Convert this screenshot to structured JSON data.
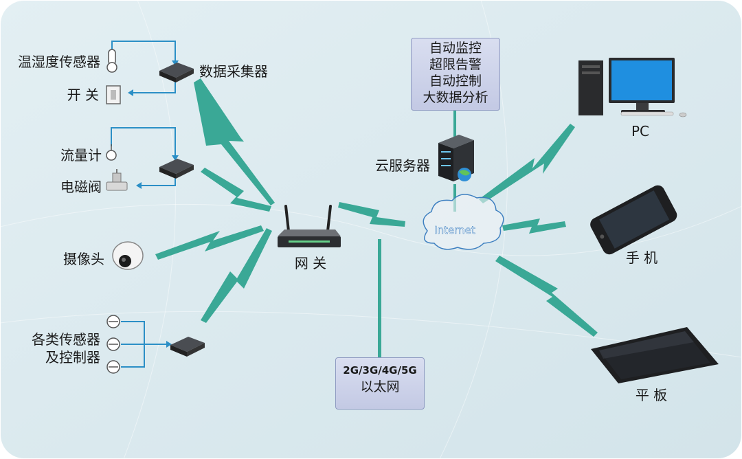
{
  "colors": {
    "panel": "#dbe9ef",
    "bolt": "#3aa896",
    "wire": "#2b8fc6",
    "device": "#2f3134",
    "screen": "#1f8fe0"
  },
  "left_devices": {
    "temp_sensor": "温湿度传感器",
    "switch": "开 关",
    "collector": "数据采集器",
    "flowmeter": "流量计",
    "valve": "电磁阀",
    "camera": "摄像头",
    "sensors_line1": "各类传感器",
    "sensors_line2": "及控制器"
  },
  "gateway": "网 关",
  "cloud": {
    "server": "云服务器",
    "internet": "Internet",
    "functions": [
      "自动监控",
      "超限告警",
      "自动控制",
      "大数据分析"
    ]
  },
  "network": {
    "line1": "2G/3G/4G/5G",
    "line2": "以太网"
  },
  "clients": {
    "pc": "PC",
    "phone": "手 机",
    "tablet": "平 板"
  }
}
